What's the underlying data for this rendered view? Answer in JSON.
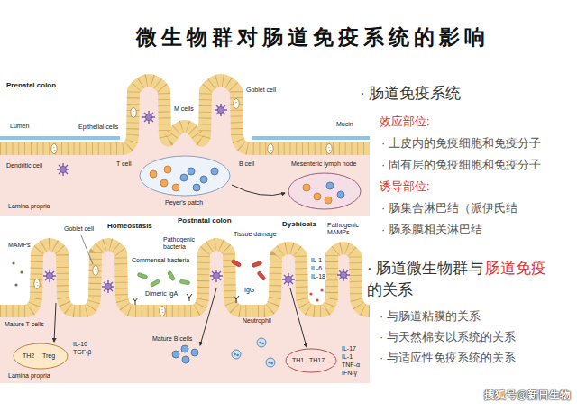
{
  "diagram": {
    "title": "微生物群对肠道免疫系统的影响",
    "labels": [
      "Prenatal colon",
      "Epithelial cells",
      "Goblet cell",
      "Lumen",
      "Mucin",
      "M cells",
      "Dendritic cell",
      "T cell",
      "B cell",
      "Peyer's patch",
      "Mesenteric lymph node",
      "Lamina propria",
      "Homeostasis",
      "Postnatal colon",
      "Dysbiosis",
      "MAMPs",
      "Goblet cell",
      "Commensal bacteria",
      "Dimeric IgA",
      "Tissue damage",
      "Pathogenic bacteria",
      "IgG",
      "Neutrophil",
      "Pathogenic MAMPs",
      "IL-1",
      "IL-6",
      "IL-18",
      "Mature T cells",
      "IL-10",
      "TGF-β",
      "TH2",
      "Treg",
      "Mature B cells",
      "Lamina propria",
      "TH1",
      "TH17",
      "IL-17",
      "IL-1",
      "TNF-α",
      "IFN-γ",
      "· 肠道免疫系统",
      "效应部位:",
      "· 上皮内的免疫细胞和免疫分子",
      "· 固有层的免疫细胞和免疫分子",
      "诱导部位:",
      "· 肠集合淋巴结（派伊氏结",
      "· 肠系膜相关淋巴结",
      "· 肠道微生物群与",
      "肠道免疫",
      "的关系",
      "· 与肠道粘膜的关系",
      "· 与天然棉安以系统的关系",
      "· 与适应性免疫系统的关系",
      "搜狐号@新日生物"
    ]
  }
}
